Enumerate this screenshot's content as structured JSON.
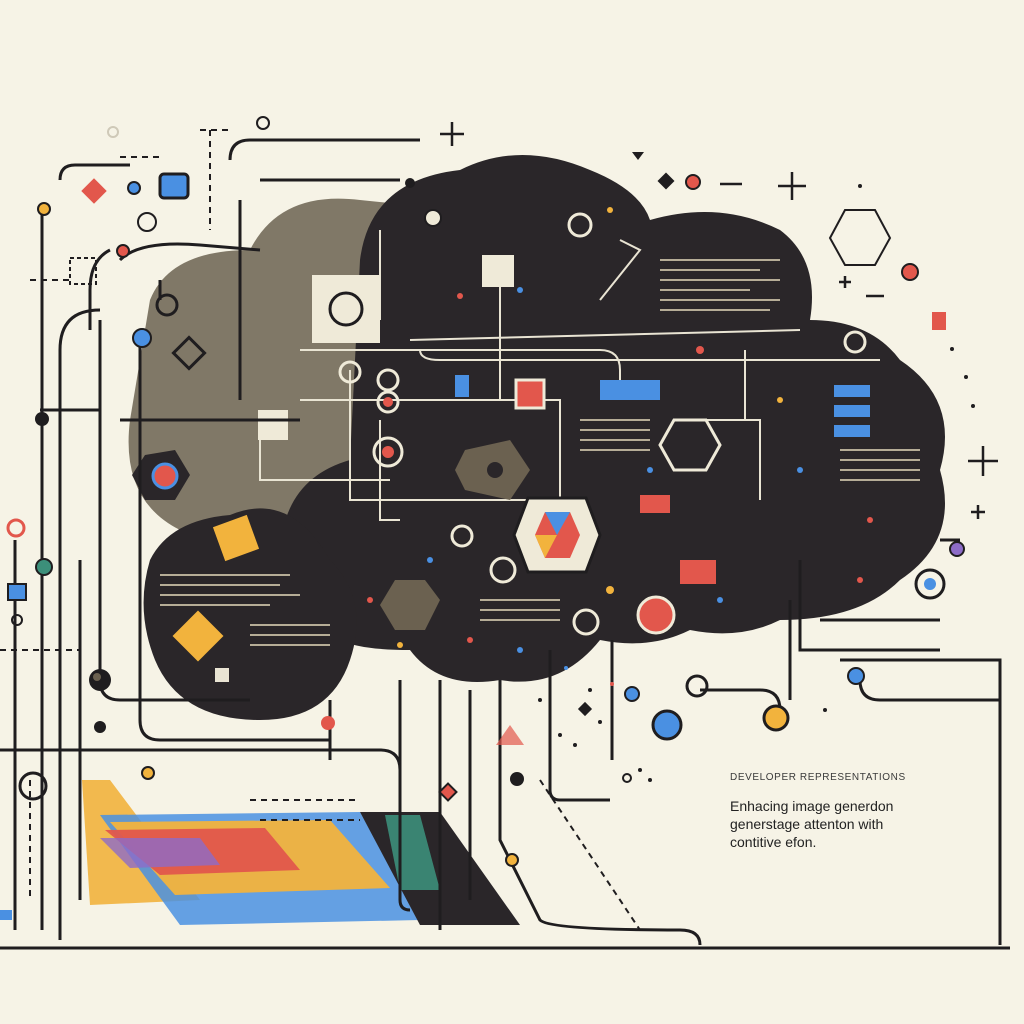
{
  "caption": {
    "label": "DEVELOPER REPRESENTATIONS",
    "lines": [
      "Enhacing image generdon",
      "generstage attenton with",
      "contitive efon."
    ]
  },
  "palette": {
    "background": "#f6f3e6",
    "ink": "#1f1d1f",
    "cloud": "#2a2629",
    "tan": "#6b6150",
    "red": "#e2574c",
    "blue": "#4a90e2",
    "yellow": "#f2b33d",
    "teal": "#3c8f7a",
    "purple": "#8d6cc8"
  },
  "icons": [
    "hexagon-icon",
    "circle-node-icon",
    "diamond-icon",
    "plus-icon",
    "square-node-icon"
  ]
}
